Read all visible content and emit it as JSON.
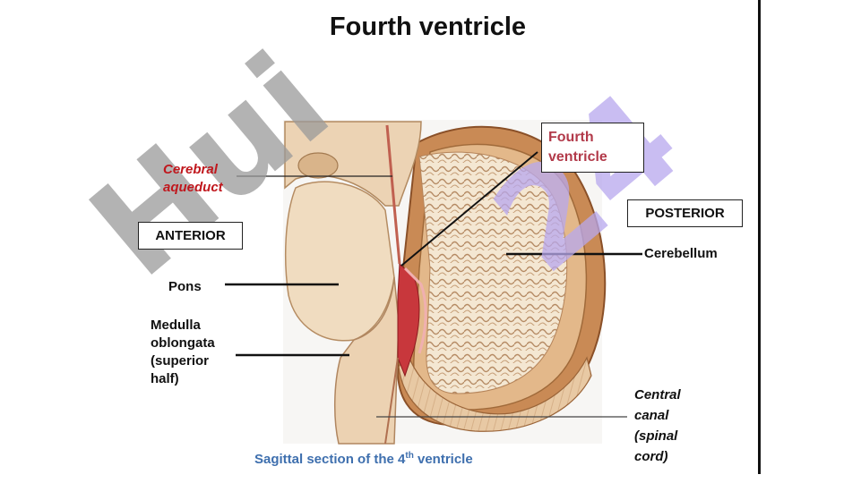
{
  "title": "Fourth ventricle",
  "labels": {
    "cerebral_aqueduct": "Cerebral\naqueduct",
    "fourth_ventricle": "Fourth\nventricle",
    "anterior": "ANTERIOR",
    "posterior": "POSTERIOR",
    "cerebellum": "Cerebellum",
    "pons": "Pons",
    "medulla": "Medulla\noblongata\n(superior\nhalf)",
    "central_canal": "Central\ncanal\n(spinal\ncord)"
  },
  "caption": {
    "text": "Sagittal section of the 4",
    "superscript": "th",
    "suffix": " ventricle"
  },
  "watermark": "Huia 24",
  "colors": {
    "title": "#111111",
    "cerebral_aqueduct_label": "#c0171d",
    "fourth_ventricle_label": "#b23a4a",
    "caption": "#3e6fae",
    "watermark_violet": "#b8a8ee",
    "watermark_gray": "#9a9a9a"
  }
}
